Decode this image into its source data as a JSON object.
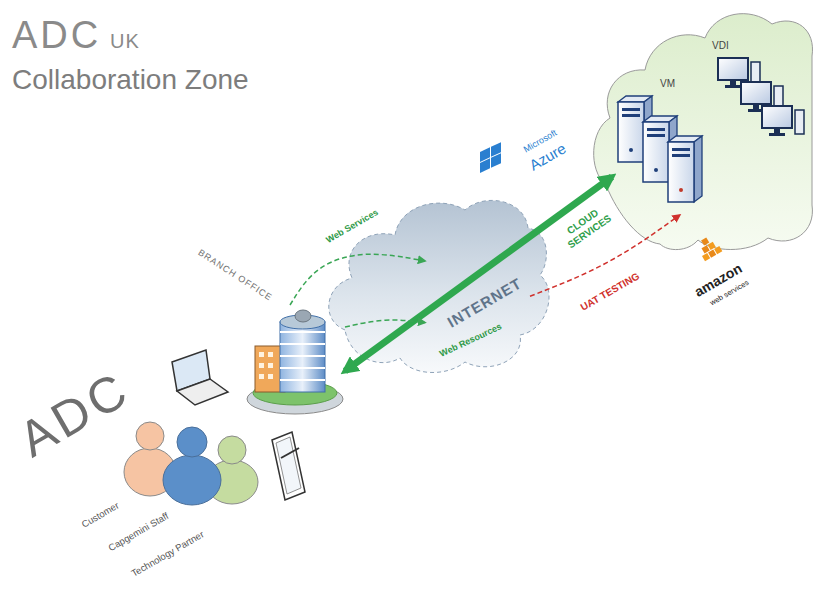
{
  "diagram": {
    "title": "Collaboration Zone",
    "nodes": [
      {
        "text": [
          "BRANCH OFFICE"
        ]
      },
      {
        "text": [
          "INTERNET"
        ]
      },
      {
        "text": [
          "VM"
        ]
      },
      {
        "text": [
          "VDI"
        ]
      }
    ],
    "edges": [
      {
        "from": 0,
        "to": 2,
        "arrow": "both",
        "label": "CLOUD SERVICES"
      },
      {
        "from": 0,
        "to": 1,
        "arrow": "to",
        "label": "Web Services"
      },
      {
        "from": 0,
        "to": 1,
        "arrow": "to",
        "label": "Web Resources"
      },
      {
        "from": 1,
        "to": 2,
        "arrow": "to",
        "label": "UAT TESTING"
      }
    ],
    "labels": [
      "ADC",
      "UK",
      "ADC",
      "Customer",
      "Capgemini Staff",
      "Technology Partner",
      "Microsoft",
      "Azure",
      "amazon",
      "web services"
    ]
  }
}
